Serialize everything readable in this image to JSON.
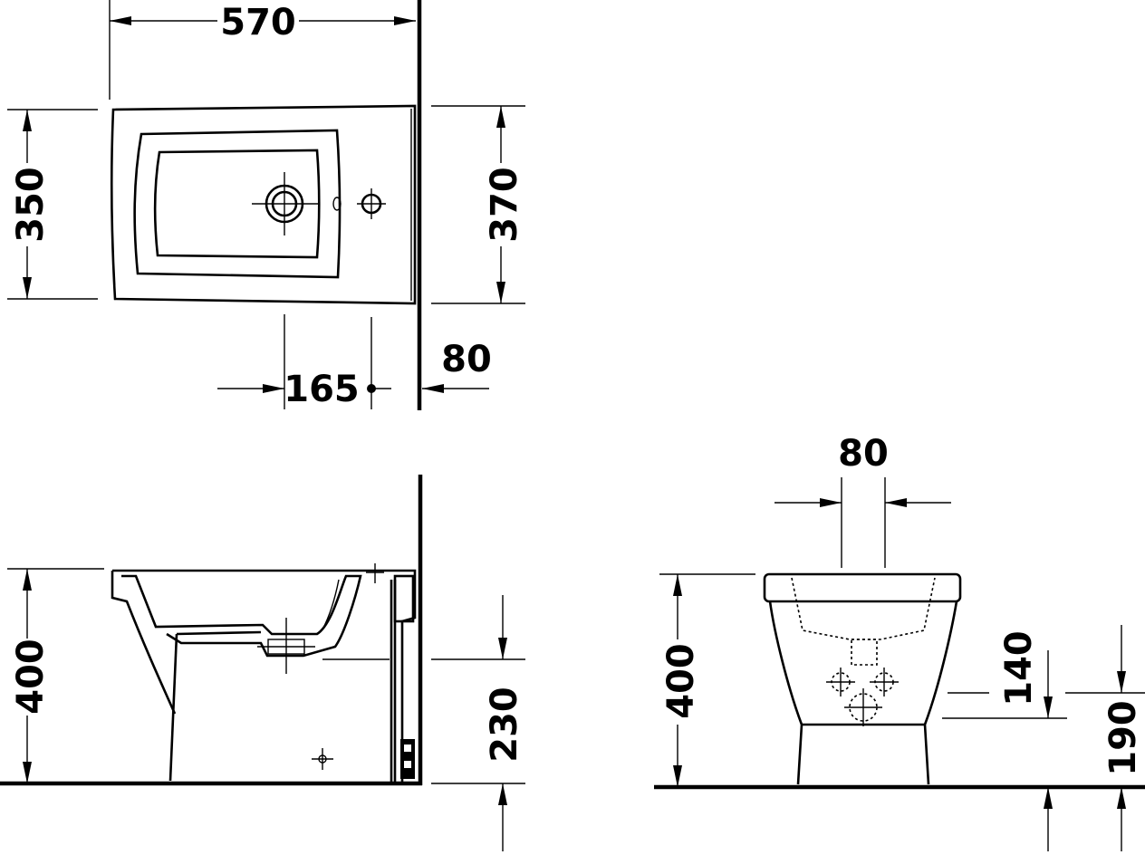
{
  "top_view": {
    "width_dim": "570",
    "depth_dim": "350",
    "depth_wall_dim": "370",
    "tap_offset_dim": "165",
    "wall_gap_dim": "80"
  },
  "side_view": {
    "height_dim": "400",
    "outlet_height_dim": "230"
  },
  "front_view": {
    "connection_spacing_dim": "80",
    "height_dim": "400",
    "supply_height_dim": "140",
    "waste_height_dim": "190"
  },
  "colors": {
    "line": "#000000",
    "background": "#ffffff"
  }
}
